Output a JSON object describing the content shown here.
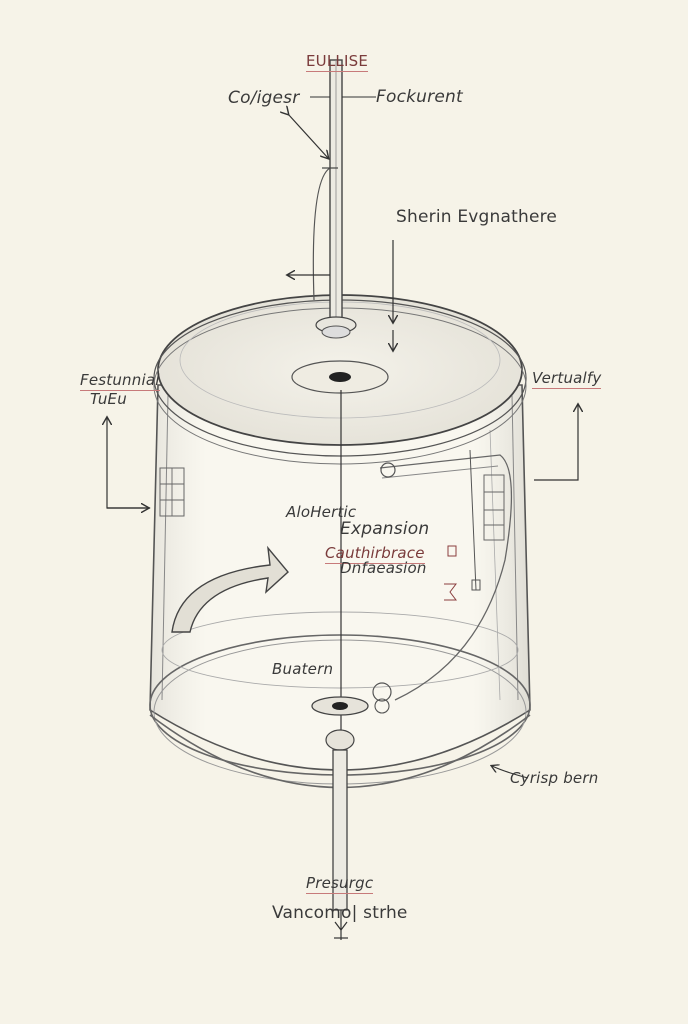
{
  "labels": {
    "top_title": "EULLISE",
    "top_left": "Co/igesr",
    "top_right": "Fockurent",
    "upper_right": "Sherin Evgnathere",
    "left_1": "Festunnial",
    "left_2": "TuEu",
    "right_1": "Vertualfy",
    "center_1": "AloHertic",
    "center_2": "Expansion",
    "center_3": "Cauthirbrace",
    "center_4": "Dnfaeasion",
    "bottom_inside": "Buatern",
    "lower_right": "Cyrisp bern",
    "bottom_1": "Presurgc",
    "bottom_2": "Vancomo| strhe"
  },
  "colors": {
    "background": "#f6f3e8",
    "ink": "#3a3a3a",
    "accent_underline": "#c77a7a"
  }
}
